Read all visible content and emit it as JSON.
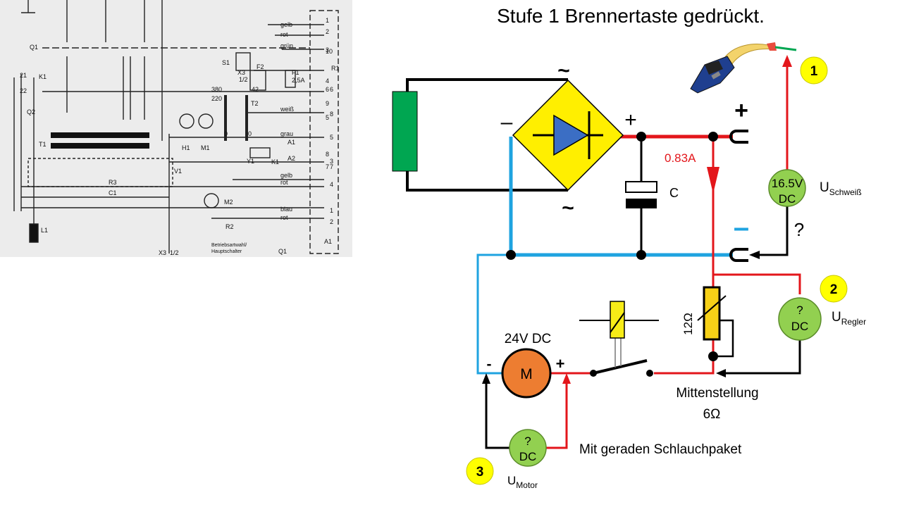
{
  "title": "Stufe 1  Brennertaste gedrückt.",
  "colors": {
    "positive": "#e3161b",
    "negative": "#1fa3e0",
    "wire": "#000000",
    "rectifier": "#ffef00",
    "diode": "#3b6ec4",
    "source": "#00a651",
    "motor": "#ed7d31",
    "meter": "#92d050",
    "badge": "#ffff00",
    "resistor": "#f7d117"
  },
  "bridge": {
    "ac_top": "~",
    "ac_bottom": "~",
    "minus": "–",
    "plus": "+"
  },
  "capacitor": {
    "label": "C"
  },
  "output": {
    "plus": "+",
    "minus": "–"
  },
  "current": {
    "label": "0.83A"
  },
  "meters": [
    {
      "id": "1",
      "value": "16.5V",
      "unit": "DC",
      "label_main": "U",
      "label_sub": "Schweiß",
      "note": "?"
    },
    {
      "id": "2",
      "value": "?",
      "unit": "DC",
      "label_main": "U",
      "label_sub": "Regler"
    },
    {
      "id": "3",
      "value": "?",
      "unit": "DC",
      "label_main": "U",
      "label_sub": "Motor"
    }
  ],
  "resistor": {
    "label": "12Ω",
    "setting": "Mittenstellung",
    "setting_value": "6Ω"
  },
  "motor": {
    "letter": "M",
    "voltage": "24V DC",
    "minus": "-",
    "plus": "+"
  },
  "hose_note": "Mit geraden Schlauchpaket",
  "schematic": {
    "labels": [
      "Q1",
      "K1",
      "Q2",
      "T1",
      "S1",
      "X3",
      "1/2",
      "F2",
      "F1",
      "2,5A",
      "R1",
      "T2",
      "H1",
      "M1",
      "Y1",
      "K1",
      "A1",
      "A2",
      "V1",
      "R3",
      "C1",
      "M2",
      "R2",
      "L1",
      "X3",
      "1/2",
      "Q1",
      "A1",
      "21",
      "22",
      "380",
      "220",
      "0",
      "42",
      "0",
      "gelb",
      "rot",
      "grün",
      "weiß",
      "grau",
      "gelb",
      "rot",
      "blau",
      "rot",
      "Betriebsartwahl/",
      "Hauptschalter",
      "1",
      "2",
      "3",
      "4",
      "5",
      "6",
      "7",
      "8",
      "9",
      "10",
      "1",
      "2",
      "3",
      "4",
      "5",
      "6",
      "7",
      "8"
    ]
  }
}
